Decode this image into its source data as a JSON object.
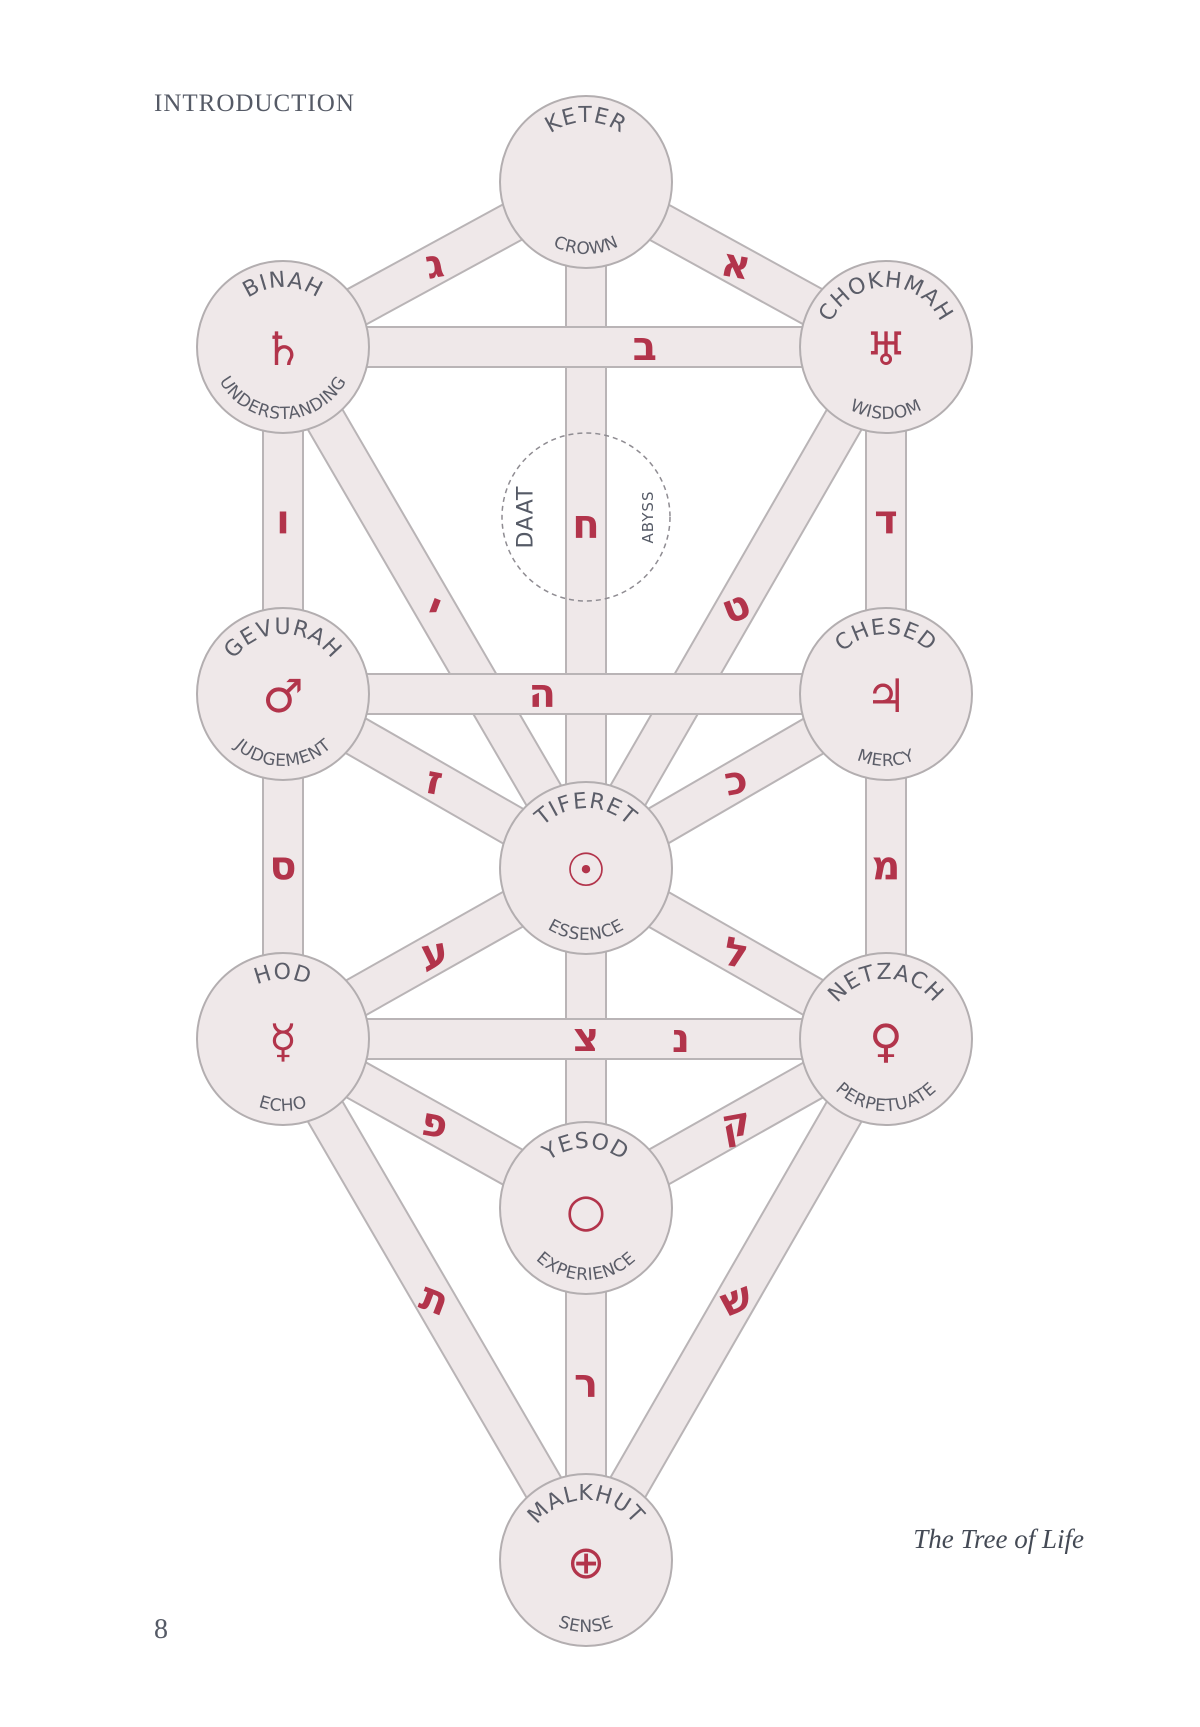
{
  "header": "INTRODUCTION",
  "page_number": "8",
  "caption": "The Tree of Life",
  "colors": {
    "accent": "#b2344b",
    "path_fill": "#efe8e9",
    "outline": "#b3aeb0",
    "text": "#5b5d68"
  },
  "daat": {
    "name": "DAAT",
    "sub": "ABYSS"
  },
  "sephirot": [
    {
      "id": "keter",
      "name": "KETER",
      "sub": "CROWN",
      "symbol": ""
    },
    {
      "id": "binah",
      "name": "BINAH",
      "sub": "UNDERSTANDING",
      "symbol": "♄"
    },
    {
      "id": "chokhmah",
      "name": "CHOKHMAH",
      "sub": "WISDOM",
      "symbol": "♅"
    },
    {
      "id": "gevurah",
      "name": "GEVURAH",
      "sub": "JUDGEMENT",
      "symbol": "♂"
    },
    {
      "id": "chesed",
      "name": "CHESED",
      "sub": "MERCY",
      "symbol": "♃"
    },
    {
      "id": "tiferet",
      "name": "TIFERET",
      "sub": "ESSENCE",
      "symbol": "☉"
    },
    {
      "id": "hod",
      "name": "HOD",
      "sub": "ECHO",
      "symbol": "☿"
    },
    {
      "id": "netzach",
      "name": "NETZACH",
      "sub": "PERPETUATE",
      "symbol": "♀"
    },
    {
      "id": "yesod",
      "name": "YESOD",
      "sub": "EXPERIENCE",
      "symbol": "○"
    },
    {
      "id": "malkhut",
      "name": "MALKHUT",
      "sub": "SENSE",
      "symbol": "⊕"
    }
  ],
  "paths": [
    {
      "from": "keter",
      "to": "binah",
      "letter": "ג"
    },
    {
      "from": "keter",
      "to": "chokhmah",
      "letter": "א"
    },
    {
      "from": "keter",
      "to": "tiferet",
      "letter": "ח"
    },
    {
      "from": "binah",
      "to": "chokhmah",
      "letter": "ב"
    },
    {
      "from": "binah",
      "to": "gevurah",
      "letter": "ו"
    },
    {
      "from": "binah",
      "to": "tiferet",
      "letter": "י"
    },
    {
      "from": "chokhmah",
      "to": "chesed",
      "letter": "ד"
    },
    {
      "from": "chokhmah",
      "to": "tiferet",
      "letter": "ט"
    },
    {
      "from": "gevurah",
      "to": "chesed",
      "letter": "ה"
    },
    {
      "from": "gevurah",
      "to": "tiferet",
      "letter": "ז"
    },
    {
      "from": "gevurah",
      "to": "hod",
      "letter": "ס"
    },
    {
      "from": "chesed",
      "to": "tiferet",
      "letter": "כ"
    },
    {
      "from": "chesed",
      "to": "netzach",
      "letter": "מ"
    },
    {
      "from": "tiferet",
      "to": "hod",
      "letter": "ע"
    },
    {
      "from": "tiferet",
      "to": "netzach",
      "letter": "ל"
    },
    {
      "from": "tiferet",
      "to": "yesod",
      "letter": "צ"
    },
    {
      "from": "hod",
      "to": "netzach",
      "letter": "נ"
    },
    {
      "from": "hod",
      "to": "yesod",
      "letter": "פ"
    },
    {
      "from": "hod",
      "to": "malkhut",
      "letter": "ת"
    },
    {
      "from": "netzach",
      "to": "yesod",
      "letter": "ק"
    },
    {
      "from": "netzach",
      "to": "malkhut",
      "letter": "ש"
    },
    {
      "from": "yesod",
      "to": "malkhut",
      "letter": "ר"
    }
  ]
}
